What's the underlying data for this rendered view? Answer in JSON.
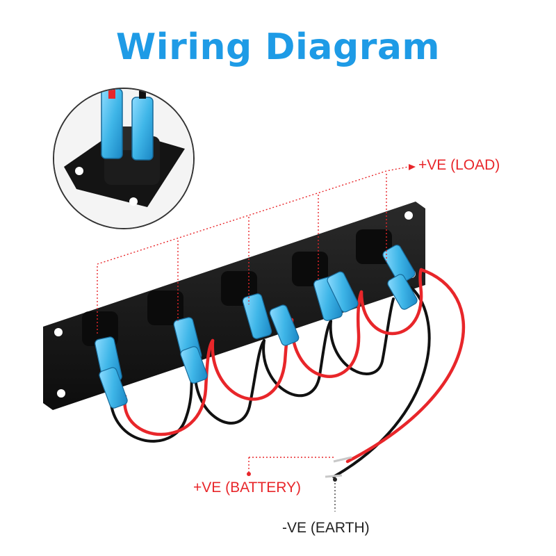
{
  "title": "Wiring Diagram",
  "labels": {
    "load": "+VE (LOAD)",
    "battery": "+VE (BATTERY)",
    "earth": "-VE (EARTH)"
  },
  "colors": {
    "title": "#1e9be6",
    "positive_wire": "#e8262a",
    "negative_wire": "#111111",
    "connector": "#3fb6e8",
    "panel": "#151515"
  },
  "switch_count": 5
}
